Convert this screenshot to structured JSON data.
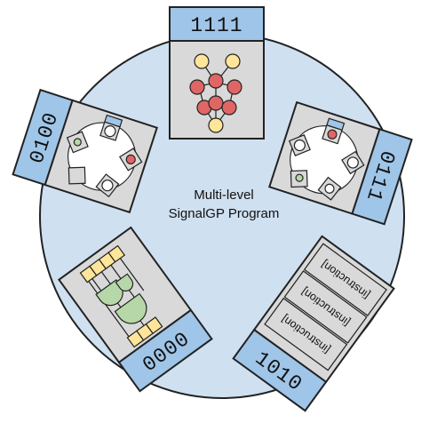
{
  "caption": {
    "line1": "Multi-level",
    "line2": "SignalGP Program"
  },
  "modules": [
    {
      "tag": "1111",
      "content": "neural-network"
    },
    {
      "tag": "0111",
      "content": "nested-program"
    },
    {
      "tag": "1010",
      "content": "instruction-list"
    },
    {
      "tag": "0000",
      "content": "logic-gates"
    },
    {
      "tag": "0100",
      "content": "nested-program"
    }
  ],
  "instruction_label": "[instruction]",
  "colors": {
    "program_circle": "#cfe0f1",
    "tag_fill": "#9fc5e8",
    "module_fill": "#d9d9d9",
    "node_red": "#e06666",
    "node_yellow": "#ffe599",
    "gate_green": "#b6d7a8"
  }
}
